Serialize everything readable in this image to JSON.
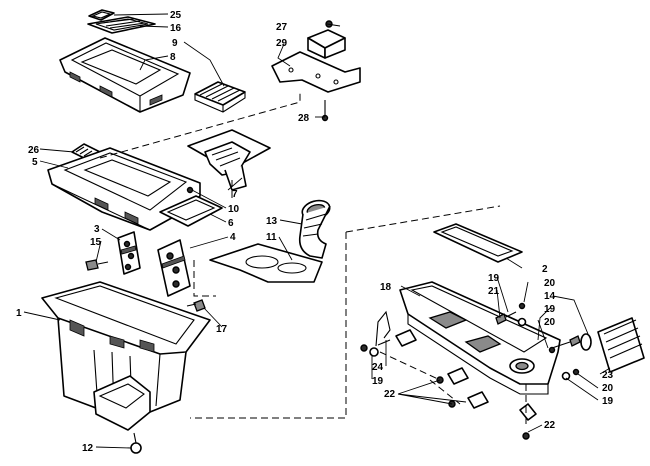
{
  "diagram": {
    "callouts": [
      {
        "key": "c25",
        "text": "25"
      },
      {
        "key": "c16",
        "text": "16"
      },
      {
        "key": "c9",
        "text": "9"
      },
      {
        "key": "c8",
        "text": "8"
      },
      {
        "key": "c27",
        "text": "27"
      },
      {
        "key": "c29",
        "text": "29"
      },
      {
        "key": "c28",
        "text": "28"
      },
      {
        "key": "c26",
        "text": "26"
      },
      {
        "key": "c5",
        "text": "5"
      },
      {
        "key": "c7",
        "text": "7"
      },
      {
        "key": "c10",
        "text": "10"
      },
      {
        "key": "c6",
        "text": "6"
      },
      {
        "key": "c13",
        "text": "13"
      },
      {
        "key": "c3",
        "text": "3"
      },
      {
        "key": "c15",
        "text": "15"
      },
      {
        "key": "c4",
        "text": "4"
      },
      {
        "key": "c11",
        "text": "11"
      },
      {
        "key": "c2",
        "text": "2"
      },
      {
        "key": "c19a",
        "text": "19"
      },
      {
        "key": "c21",
        "text": "21"
      },
      {
        "key": "c20a",
        "text": "20"
      },
      {
        "key": "c14",
        "text": "14"
      },
      {
        "key": "c18",
        "text": "18"
      },
      {
        "key": "c19b",
        "text": "19"
      },
      {
        "key": "c20b",
        "text": "20"
      },
      {
        "key": "c1",
        "text": "1"
      },
      {
        "key": "c17",
        "text": "17"
      },
      {
        "key": "c24",
        "text": "24"
      },
      {
        "key": "c19c",
        "text": "19"
      },
      {
        "key": "c22a",
        "text": "22"
      },
      {
        "key": "c23",
        "text": "23"
      },
      {
        "key": "c20c",
        "text": "20"
      },
      {
        "key": "c19d",
        "text": "19"
      },
      {
        "key": "c12",
        "text": "12"
      },
      {
        "key": "c22b",
        "text": "22"
      }
    ]
  }
}
